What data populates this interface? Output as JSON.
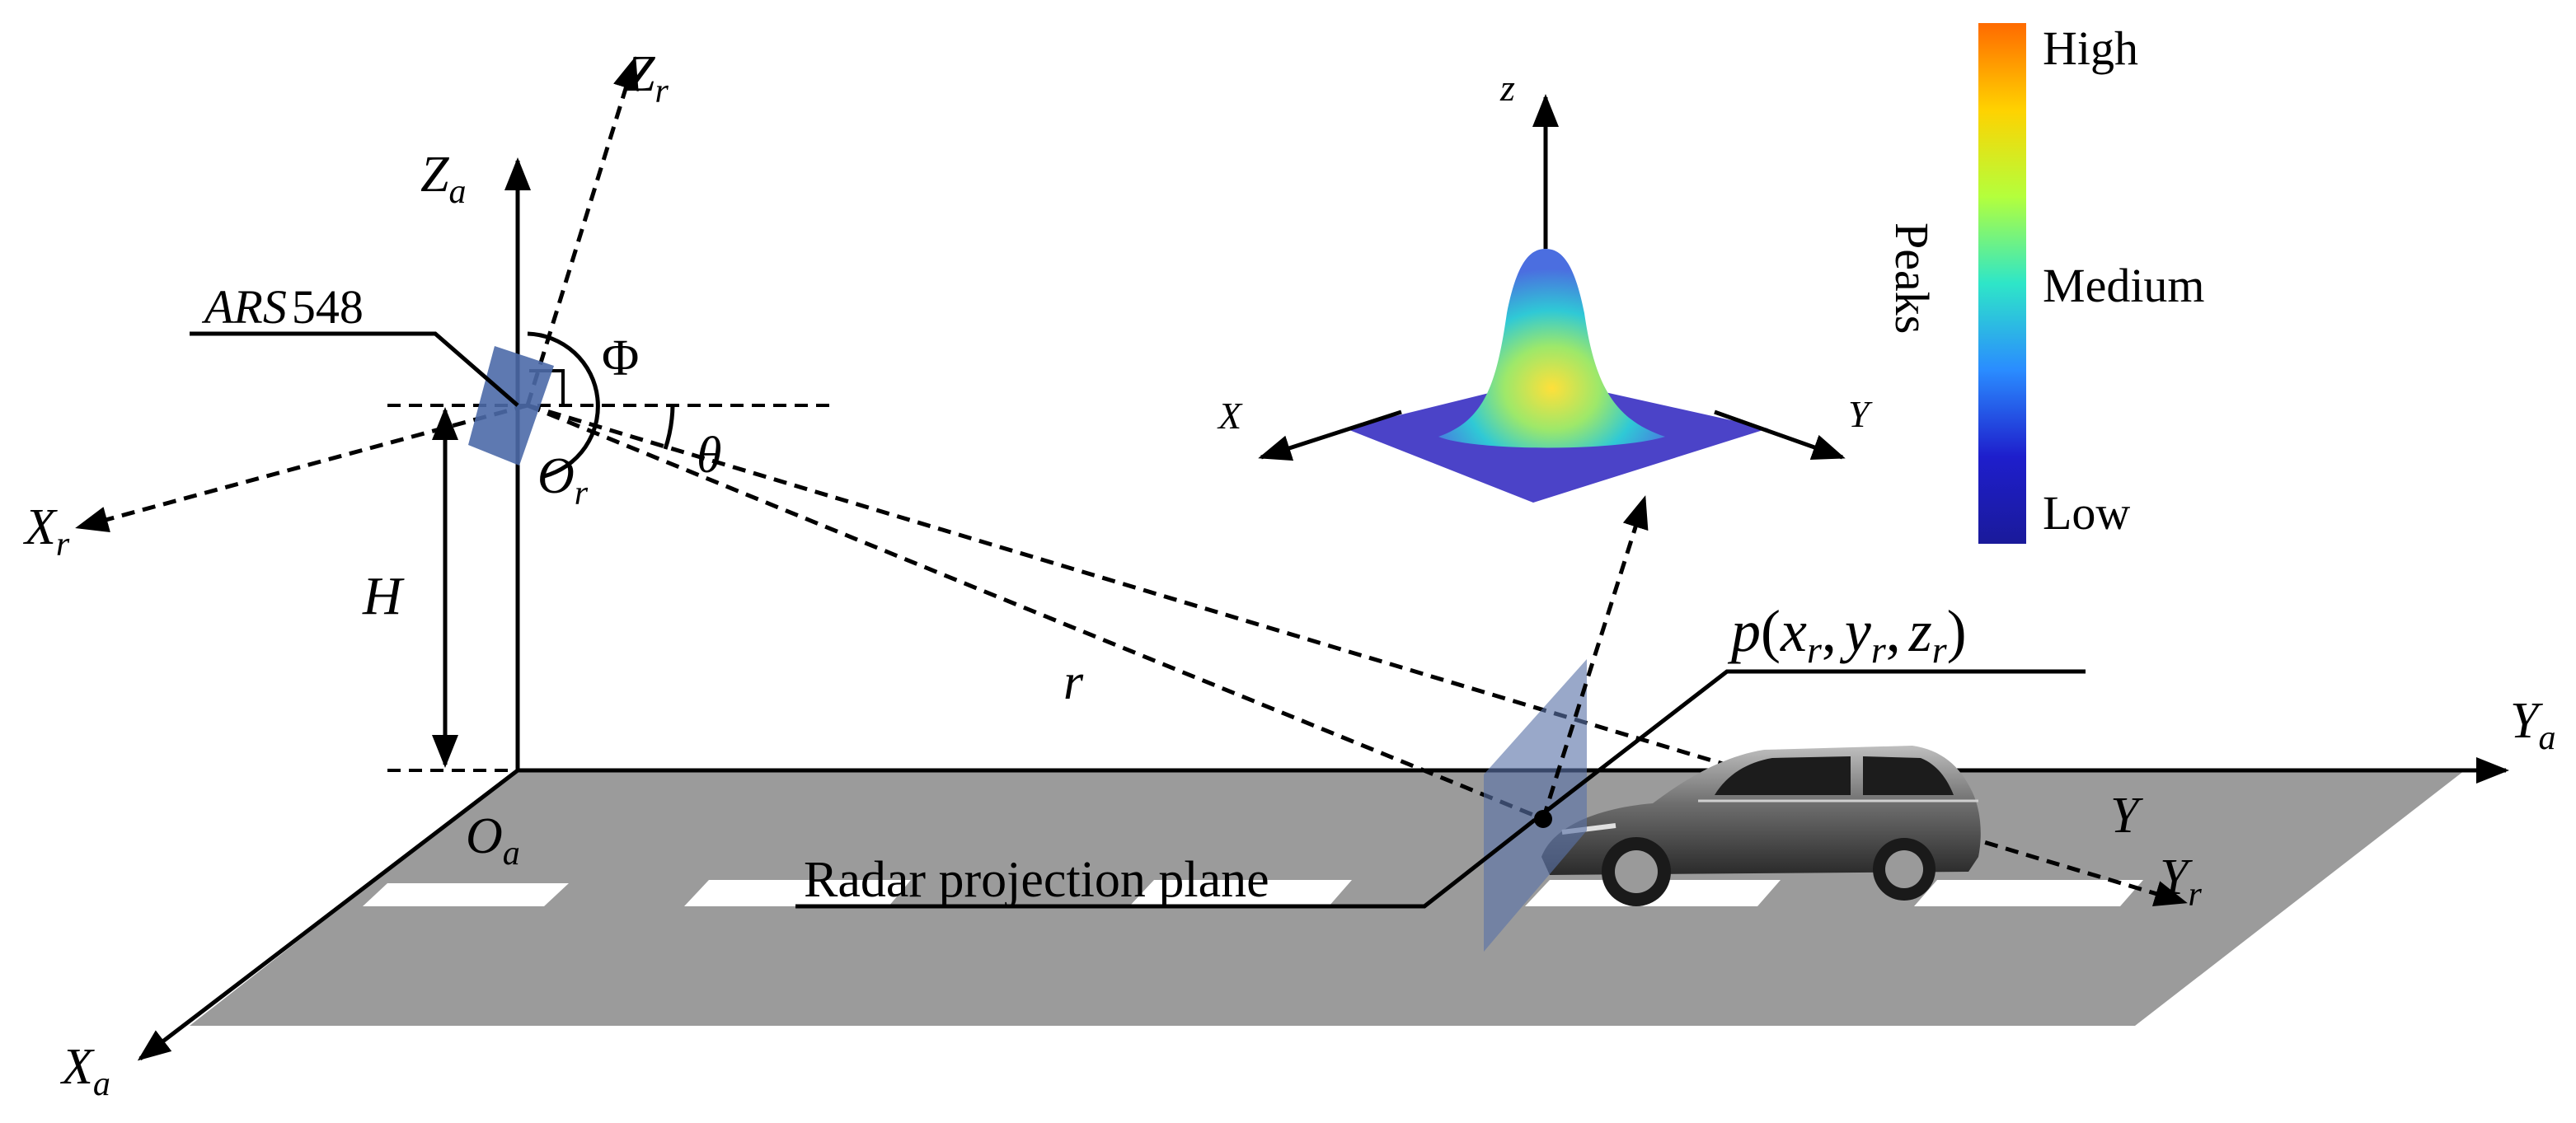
{
  "radar": {
    "model_prefix": "ARS",
    "model_number": "548"
  },
  "axes": {
    "za_base": "Z",
    "za_sub": "a",
    "zr_base": "Z",
    "zr_sub": "r",
    "xr_base": "X",
    "xr_sub": "r",
    "xa_base": "X",
    "xa_sub": "a",
    "ya_base": "Y",
    "ya_sub": "a",
    "yr_base": "Y",
    "yr_sub": "r",
    "y_road": "Y"
  },
  "origins": {
    "or_base": "O",
    "or_sub": "r",
    "oa_base": "O",
    "oa_sub": "a"
  },
  "symbols": {
    "phi": "Φ",
    "theta": "θ",
    "height": "H",
    "range": "r"
  },
  "point": {
    "p": "p",
    "open": "(",
    "x": "x",
    "sep": ",",
    "y": "y",
    "z": "z",
    "sub": "r",
    "close": ")"
  },
  "plane_label": "Radar projection plane",
  "inset_axes": {
    "z": "z",
    "x": "X",
    "y": "Y"
  },
  "colorbar": {
    "title": "Peaks",
    "high": "High",
    "medium": "Medium",
    "low": "Low",
    "stops": [
      "#ff6a00",
      "#ffd200",
      "#b4ff3c",
      "#2ee6c8",
      "#2a8cff",
      "#1e1ecc",
      "#1a1a9a"
    ]
  },
  "colors": {
    "road": "#9b9b9b",
    "plane": "#5a72a8",
    "radar_box": "#4d6aa8",
    "peak_base": "#4b43c8"
  }
}
